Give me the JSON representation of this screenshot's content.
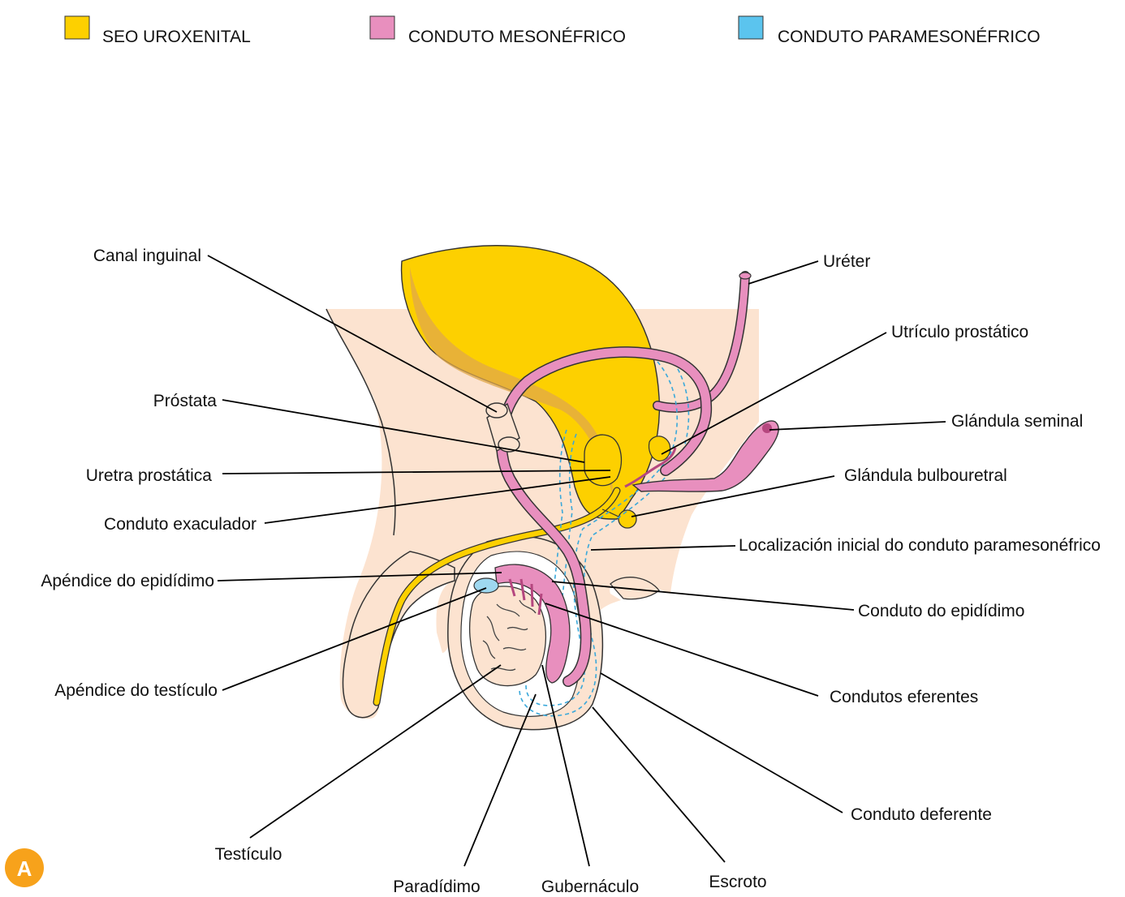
{
  "legend": [
    {
      "label": "SEO UROXENITAL",
      "color": "#FDD000"
    },
    {
      "label": "CONDUTO MESONÉFRICO",
      "color": "#E88FBE"
    },
    {
      "label": "CONDUTO PARAMESONÉFRICO",
      "color": "#5BC4EE"
    }
  ],
  "labels": {
    "canal_inguinal": "Canal inguinal",
    "ureter": "Uréter",
    "utriculo": "Utrículo prostático",
    "prostata": "Próstata",
    "glandula_seminal": "Glándula seminal",
    "uretra_prostatica": "Uretra prostática",
    "glandula_bulbouretral": "Glándula bulbouretral",
    "conduto_exaculador": "Conduto exaculador",
    "localizacion": "Localización inicial do conduto paramesonéfrico",
    "apendice_epididimo": "Apéndice do epidídimo",
    "conduto_epididimo": "Conduto do epidídimo",
    "apendice_testiculo": "Apéndice do testículo",
    "condutos_eferentes": "Condutos eferentes",
    "conduto_deferente": "Conduto deferente",
    "testiculo": "Testículo",
    "paradidimo": "Paradídimo",
    "gubernaculo": "Gubernáculo",
    "escroto": "Escroto"
  },
  "panel_letter": "A",
  "colors": {
    "skin": "#FCE3D0",
    "yellow": "#FDD000",
    "yellow_shade": "#E0A84A",
    "pink": "#E88FBE",
    "pink_dark": "#B5477F",
    "blue": "#5BC4EE",
    "badge": "#F7A21B"
  }
}
